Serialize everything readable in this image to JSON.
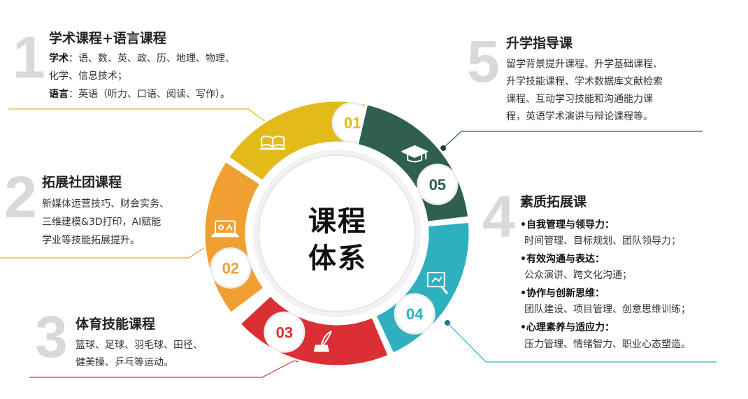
{
  "center": {
    "line1": "课程",
    "line2": "体系"
  },
  "segments": [
    {
      "num": "01",
      "color": "#E2BA1A",
      "icon": "books-icon"
    },
    {
      "num": "02",
      "color": "#EFA030",
      "icon": "laptop-icon"
    },
    {
      "num": "03",
      "color": "#DA2F35",
      "icon": "quill-ink-icon"
    },
    {
      "num": "04",
      "color": "#2EB0BF",
      "icon": "presentation-board-icon"
    },
    {
      "num": "05",
      "color": "#2F5F4F",
      "icon": "graduation-cap-icon"
    }
  ],
  "p1": {
    "num": "1",
    "title": "学术课程+语言课程",
    "l1_label": "学术",
    "l1_text": "：语、数、英、政、历、地理、物理、",
    "l2": "化学、信息技术；",
    "l3_label": "语言",
    "l3_text": "：英语（听力、口语、阅读、写作）。"
  },
  "p2": {
    "num": "2",
    "title": "拓展社团课程",
    "lines": [
      "新媒体运营技巧、财会实务、",
      "三维建模&3D打印，AI赋能",
      "学业等技能拓展提升。"
    ]
  },
  "p3": {
    "num": "3",
    "title": "体育技能课程",
    "lines": [
      "篮球、足球、羽毛球、田径、",
      "健美操、乒乓等运动。"
    ]
  },
  "p4": {
    "num": "4",
    "title": "素质拓展课",
    "items": [
      {
        "head": "•自我管理与领导力：",
        "body": "时间管理、目标规划、团队领导力；"
      },
      {
        "head": "•有效沟通与表达：",
        "body": "公众演讲、跨文化沟通；"
      },
      {
        "head": "•协作与创新思维：",
        "body": "团队建设、项目管理、创意思维训练；"
      },
      {
        "head": "•心理素养与适应力：",
        "body": "压力管理、情绪智力、职业心态塑造。"
      }
    ]
  },
  "p5": {
    "num": "5",
    "title": "升学指导课",
    "lines": [
      "留学背景提升课程、升学基础课程、",
      "升学技能课程、学术数据库文献检索",
      "课程、互动学习技能和沟通能力课",
      "程，英语学术演讲与辩论课程等。"
    ]
  }
}
